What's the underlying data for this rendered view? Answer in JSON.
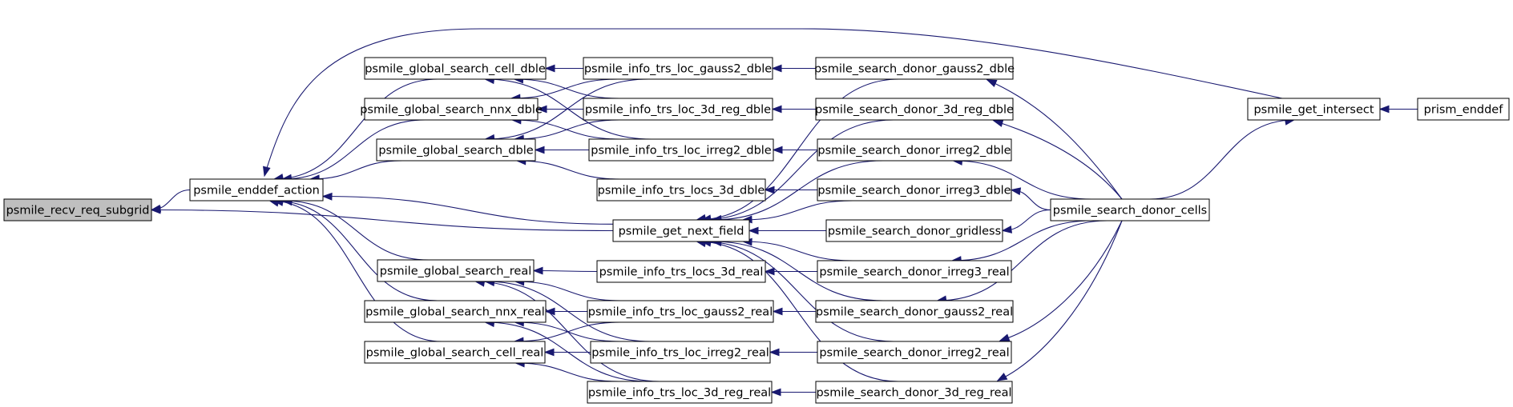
{
  "colors": {
    "edge": "#191970",
    "root_fill": "#bfbfbf",
    "node_fill": "#ffffff",
    "border": "#000000"
  },
  "nodes": [
    {
      "id": "recv",
      "label": "psmile_recv_req_subgrid",
      "root": true
    },
    {
      "id": "enddef",
      "label": "psmile_enddef_action"
    },
    {
      "id": "gs_cell_dble",
      "label": "psmile_global_search_cell_dble"
    },
    {
      "id": "gs_nnx_dble",
      "label": "psmile_global_search_nnx_dble"
    },
    {
      "id": "gs_dble",
      "label": "psmile_global_search_dble"
    },
    {
      "id": "gs_real",
      "label": "psmile_global_search_real"
    },
    {
      "id": "gs_nnx_real",
      "label": "psmile_global_search_nnx_real"
    },
    {
      "id": "gs_cell_real",
      "label": "psmile_global_search_cell_real"
    },
    {
      "id": "it_gauss2_dble",
      "label": "psmile_info_trs_loc_gauss2_dble"
    },
    {
      "id": "it_3dreg_dble",
      "label": "psmile_info_trs_loc_3d_reg_dble"
    },
    {
      "id": "it_irreg2_dble",
      "label": "psmile_info_trs_loc_irreg2_dble"
    },
    {
      "id": "it_locs3d_dble",
      "label": "psmile_info_trs_locs_3d_dble"
    },
    {
      "id": "next_field",
      "label": "psmile_get_next_field"
    },
    {
      "id": "it_locs3d_real",
      "label": "psmile_info_trs_locs_3d_real"
    },
    {
      "id": "it_gauss2_real",
      "label": "psmile_info_trs_loc_gauss2_real"
    },
    {
      "id": "it_irreg2_real",
      "label": "psmile_info_trs_loc_irreg2_real"
    },
    {
      "id": "it_3dreg_real",
      "label": "psmile_info_trs_loc_3d_reg_real"
    },
    {
      "id": "sd_gauss2_dble",
      "label": "psmile_search_donor_gauss2_dble"
    },
    {
      "id": "sd_3dreg_dble",
      "label": "psmile_search_donor_3d_reg_dble"
    },
    {
      "id": "sd_irreg2_dble",
      "label": "psmile_search_donor_irreg2_dble"
    },
    {
      "id": "sd_irreg3_dble",
      "label": "psmile_search_donor_irreg3_dble"
    },
    {
      "id": "sd_gridless",
      "label": "psmile_search_donor_gridless"
    },
    {
      "id": "sd_irreg3_real",
      "label": "psmile_search_donor_irreg3_real"
    },
    {
      "id": "sd_gauss2_real",
      "label": "psmile_search_donor_gauss2_real"
    },
    {
      "id": "sd_irreg2_real",
      "label": "psmile_search_donor_irreg2_real"
    },
    {
      "id": "sd_3dreg_real",
      "label": "psmile_search_donor_3d_reg_real"
    },
    {
      "id": "sd_cells",
      "label": "psmile_search_donor_cells"
    },
    {
      "id": "get_intersect",
      "label": "psmile_get_intersect"
    },
    {
      "id": "prism_enddef",
      "label": "prism_enddef"
    }
  ],
  "edges": [
    {
      "from": "enddef",
      "to": "recv"
    },
    {
      "from": "next_field",
      "to": "recv"
    },
    {
      "from": "gs_cell_dble",
      "to": "enddef"
    },
    {
      "from": "gs_nnx_dble",
      "to": "enddef"
    },
    {
      "from": "gs_dble",
      "to": "enddef"
    },
    {
      "from": "gs_real",
      "to": "enddef"
    },
    {
      "from": "gs_nnx_real",
      "to": "enddef"
    },
    {
      "from": "gs_cell_real",
      "to": "enddef"
    },
    {
      "from": "next_field",
      "to": "enddef"
    },
    {
      "from": "get_intersect",
      "to": "enddef"
    },
    {
      "from": "it_gauss2_dble",
      "to": "gs_cell_dble"
    },
    {
      "from": "it_3dreg_dble",
      "to": "gs_cell_dble"
    },
    {
      "from": "it_irreg2_dble",
      "to": "gs_cell_dble"
    },
    {
      "from": "it_gauss2_dble",
      "to": "gs_nnx_dble"
    },
    {
      "from": "it_3dreg_dble",
      "to": "gs_nnx_dble"
    },
    {
      "from": "it_irreg2_dble",
      "to": "gs_nnx_dble"
    },
    {
      "from": "it_gauss2_dble",
      "to": "gs_dble"
    },
    {
      "from": "it_3dreg_dble",
      "to": "gs_dble"
    },
    {
      "from": "it_irreg2_dble",
      "to": "gs_dble"
    },
    {
      "from": "it_locs3d_dble",
      "to": "gs_dble"
    },
    {
      "from": "it_locs3d_real",
      "to": "gs_real"
    },
    {
      "from": "it_gauss2_real",
      "to": "gs_real"
    },
    {
      "from": "it_irreg2_real",
      "to": "gs_real"
    },
    {
      "from": "it_3dreg_real",
      "to": "gs_real"
    },
    {
      "from": "it_gauss2_real",
      "to": "gs_nnx_real"
    },
    {
      "from": "it_irreg2_real",
      "to": "gs_nnx_real"
    },
    {
      "from": "it_3dreg_real",
      "to": "gs_nnx_real"
    },
    {
      "from": "it_gauss2_real",
      "to": "gs_cell_real"
    },
    {
      "from": "it_irreg2_real",
      "to": "gs_cell_real"
    },
    {
      "from": "it_3dreg_real",
      "to": "gs_cell_real"
    },
    {
      "from": "sd_gauss2_dble",
      "to": "it_gauss2_dble"
    },
    {
      "from": "sd_3dreg_dble",
      "to": "it_3dreg_dble"
    },
    {
      "from": "sd_irreg2_dble",
      "to": "it_irreg2_dble"
    },
    {
      "from": "sd_irreg3_dble",
      "to": "it_locs3d_dble"
    },
    {
      "from": "sd_irreg3_real",
      "to": "it_locs3d_real"
    },
    {
      "from": "sd_gauss2_real",
      "to": "it_gauss2_real"
    },
    {
      "from": "sd_irreg2_real",
      "to": "it_irreg2_real"
    },
    {
      "from": "sd_3dreg_real",
      "to": "it_3dreg_real"
    },
    {
      "from": "sd_gauss2_dble",
      "to": "next_field"
    },
    {
      "from": "sd_3dreg_dble",
      "to": "next_field"
    },
    {
      "from": "sd_irreg2_dble",
      "to": "next_field"
    },
    {
      "from": "sd_irreg3_dble",
      "to": "next_field"
    },
    {
      "from": "sd_gridless",
      "to": "next_field"
    },
    {
      "from": "sd_irreg3_real",
      "to": "next_field"
    },
    {
      "from": "sd_gauss2_real",
      "to": "next_field"
    },
    {
      "from": "sd_irreg2_real",
      "to": "next_field"
    },
    {
      "from": "sd_3dreg_real",
      "to": "next_field"
    },
    {
      "from": "sd_cells",
      "to": "sd_gauss2_dble"
    },
    {
      "from": "sd_cells",
      "to": "sd_3dreg_dble"
    },
    {
      "from": "sd_cells",
      "to": "sd_irreg2_dble"
    },
    {
      "from": "sd_cells",
      "to": "sd_irreg3_dble"
    },
    {
      "from": "sd_cells",
      "to": "sd_gridless"
    },
    {
      "from": "sd_cells",
      "to": "sd_irreg3_real"
    },
    {
      "from": "sd_cells",
      "to": "sd_gauss2_real"
    },
    {
      "from": "sd_cells",
      "to": "sd_irreg2_real"
    },
    {
      "from": "sd_cells",
      "to": "sd_3dreg_real"
    },
    {
      "from": "sd_cells",
      "to": "get_intersect"
    },
    {
      "from": "prism_enddef",
      "to": "get_intersect"
    }
  ]
}
